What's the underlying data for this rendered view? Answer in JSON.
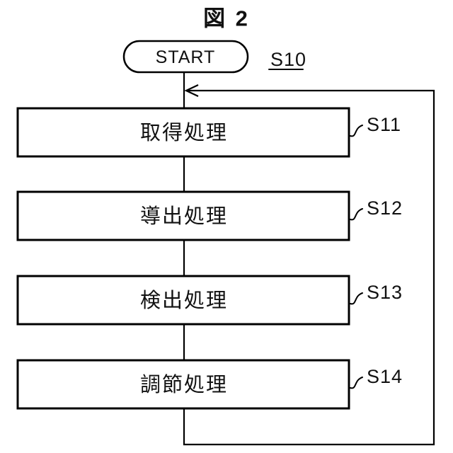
{
  "figure": {
    "title": "図 2",
    "start": {
      "label": "START",
      "step_id": "S10"
    },
    "steps": [
      {
        "label": "取得処理",
        "step_id": "S11"
      },
      {
        "label": "導出処理",
        "step_id": "S12"
      },
      {
        "label": "検出処理",
        "step_id": "S13"
      },
      {
        "label": "調節処理",
        "step_id": "S14"
      }
    ],
    "flow": {
      "type": "flowchart",
      "direction": "top-to-bottom",
      "loop_back": "from below last step, right side, returns above first step with left-pointing arrow"
    },
    "colors": {
      "line": "#000000",
      "text": "#111111",
      "background": "#ffffff"
    }
  }
}
